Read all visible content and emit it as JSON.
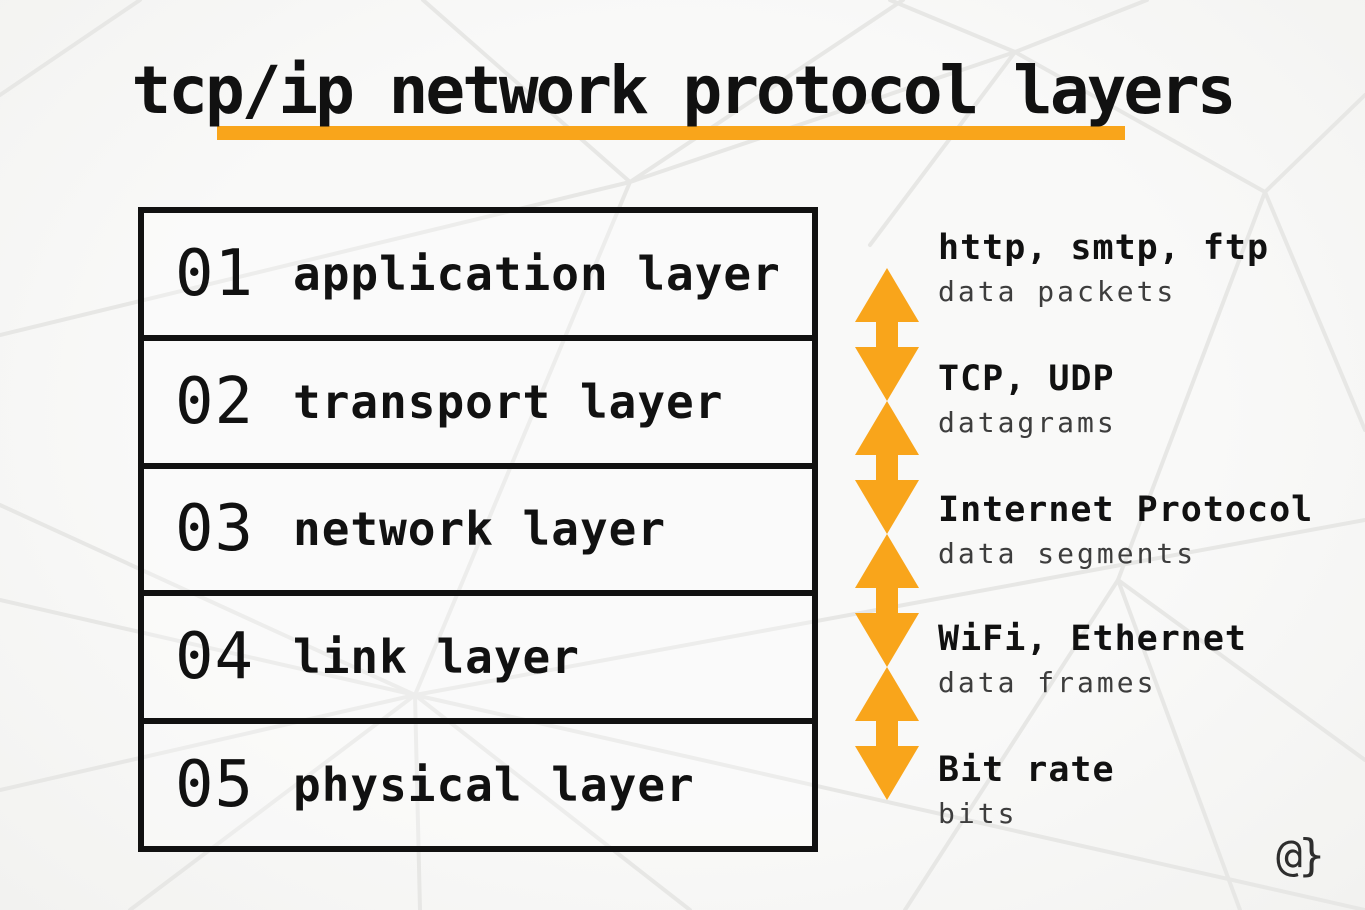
{
  "title": "tcp/ip network protocol layers",
  "colors": {
    "accent": "#F9A51B",
    "ink": "#111111",
    "muted": "#3d3d3d",
    "background": "#f8f8f7",
    "mesh_line": "#e7e7e5"
  },
  "layers": [
    {
      "num": "01",
      "name": "application layer",
      "protocols": "http, smtp, ftp",
      "unit": "data packets"
    },
    {
      "num": "02",
      "name": "transport layer",
      "protocols": "TCP, UDP",
      "unit": "datagrams"
    },
    {
      "num": "03",
      "name": "network layer",
      "protocols": "Internet Protocol",
      "unit": "data segments"
    },
    {
      "num": "04",
      "name": "link layer",
      "protocols": "WiFi, Ethernet",
      "unit": "data frames"
    },
    {
      "num": "05",
      "name": "physical layer",
      "protocols": "Bit rate",
      "unit": "bits"
    }
  ],
  "watermark": "@}"
}
